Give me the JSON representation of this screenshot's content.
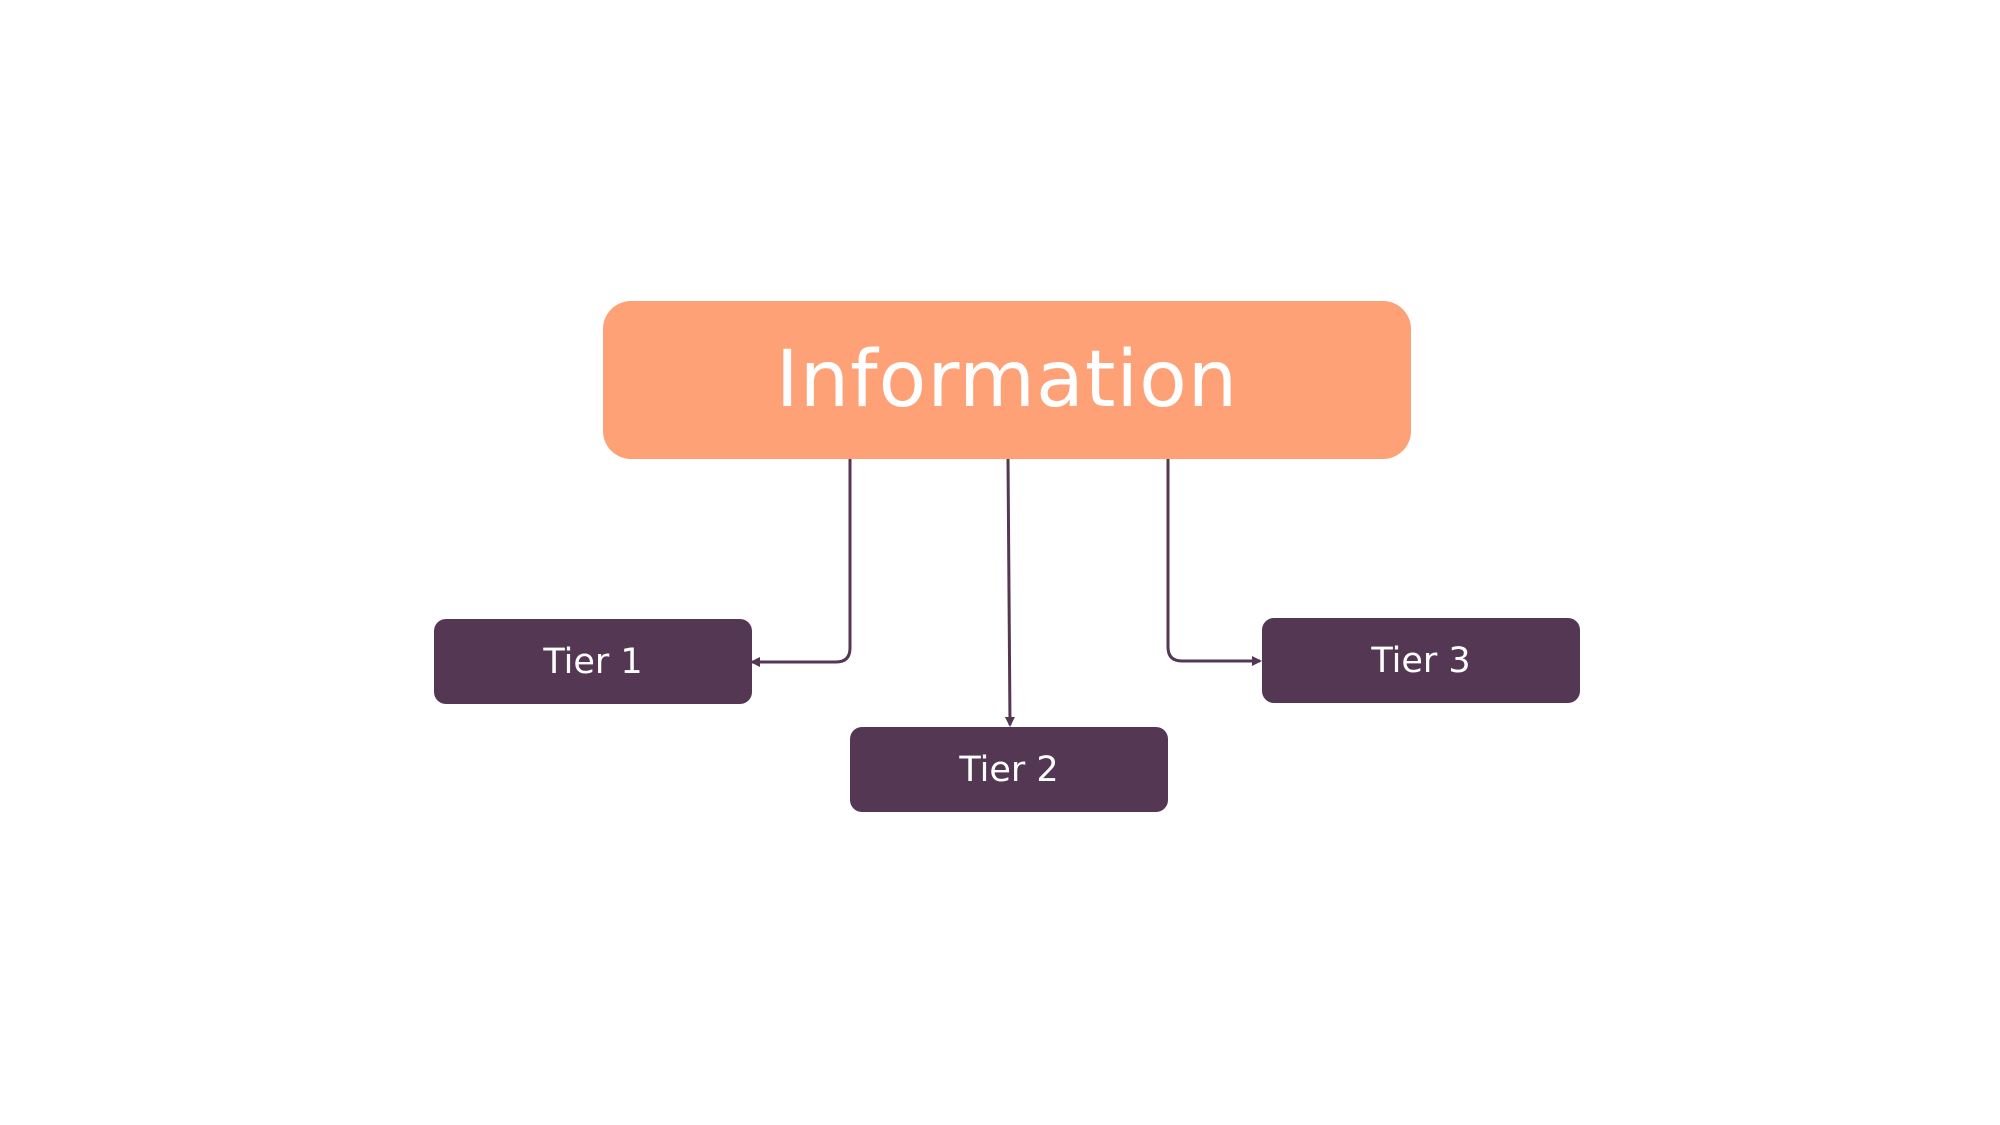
{
  "colors": {
    "root_fill": "#FFA176",
    "child_fill": "#543753",
    "connector": "#543753",
    "text": "#FFFFFF",
    "background": "#FFFFFF"
  },
  "root": {
    "label": "Information"
  },
  "tiers": [
    {
      "label": "Tier 1"
    },
    {
      "label": "Tier 2"
    },
    {
      "label": "Tier 3"
    }
  ]
}
